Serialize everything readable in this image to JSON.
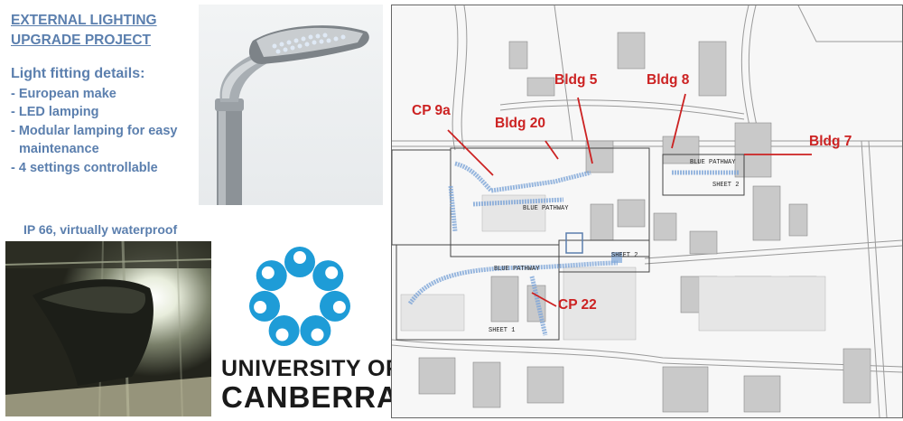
{
  "header": {
    "title_line1": "EXTERNAL LIGHTING",
    "title_line2": "UPGRADE PROJECT"
  },
  "details": {
    "heading": "Light fitting details:",
    "items": [
      "- European make",
      "- LED lamping",
      "- Modular lamping for easy",
      "maintenance",
      "- 4 settings controllable"
    ]
  },
  "waterproof_caption": "IP 66, virtually waterproof",
  "logo": {
    "line1": "UNIVERSITY OF",
    "line2": "CANBERRA",
    "color": "#1e9cd7"
  },
  "map": {
    "labels": {
      "cp9a": "CP 9a",
      "bldg20": "Bldg 20",
      "bldg5": "Bldg 5",
      "bldg8": "Bldg 8",
      "bldg7": "Bldg 7",
      "cp22": "CP 22"
    },
    "pathways": {
      "p1": "BLUE PATHWAY",
      "p2": "BLUE PATHWAY",
      "p3": "BLUE PATHWAY"
    },
    "sheets": {
      "s1": "SHEET 1",
      "s2a": "SHEET 2",
      "s2b": "SHEET 2"
    },
    "label_color": "#cc2222",
    "path_color": "#7fa6d8"
  }
}
